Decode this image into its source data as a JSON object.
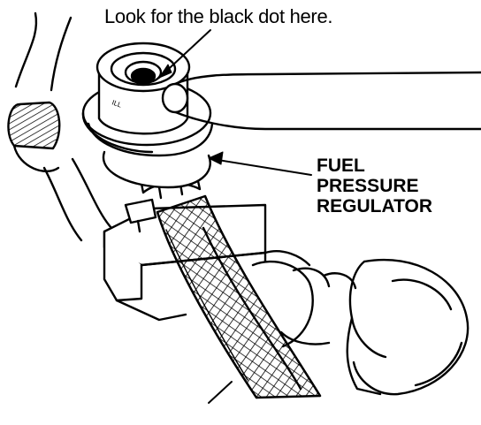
{
  "callout": {
    "text": "Look for the black dot here."
  },
  "part_label": {
    "lines": [
      "FUEL",
      "PRESSURE",
      "REGULATOR"
    ]
  },
  "regulator_stamp": "ILL",
  "colors": {
    "ink": "#000000",
    "paper": "#ffffff"
  }
}
